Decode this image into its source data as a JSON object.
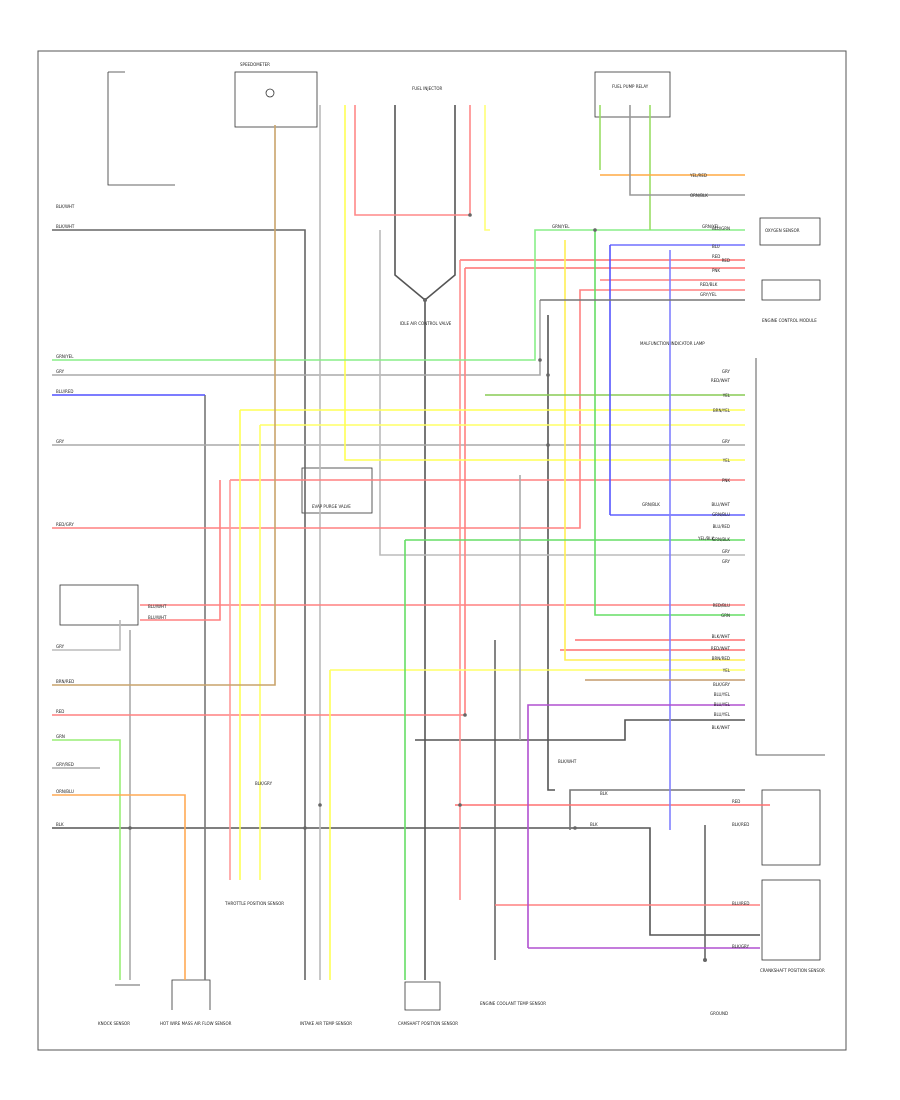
{
  "wire_colors": {
    "black": "#555555",
    "gray": "#9a9a9a",
    "red": "#ff8080",
    "pink": "#ff6b6b",
    "yellow": "#ffff66",
    "green": "#66e066",
    "lightgreen": "#aaee88",
    "blue": "#4b4bff",
    "orange": "#ffb060",
    "violet": "#b050d0",
    "brown": "#c49a6c",
    "white": "#dddddd"
  },
  "left_labels": [
    "BLK/WHT",
    "BLK/WHT",
    "GRN/YEL",
    "GRY",
    "BLU/RED",
    "GRY",
    "RED/GRY",
    "GRY",
    "BRN/RED",
    "RED",
    "GRN",
    "GRY/RED",
    "ORN/BLU",
    "BLK"
  ],
  "right_pin_labels": [
    "BLU/GRN",
    "RED",
    "GRY",
    "RED/WHT",
    "YEL",
    "BRN/YEL",
    "GRY",
    "YEL",
    "PNK",
    "BLU/WHT",
    "GRN/BLU",
    "BLU/RED",
    "GRN/BLK",
    "GRY",
    "GRY",
    "RED/BLU",
    "GRN",
    "BLK/WHT",
    "RED/WHT",
    "BRN/RED",
    "YEL",
    "BLK/GRY",
    "BLU/YEL",
    "BLU/YEL",
    "BLU/YEL",
    "BLK/WHT"
  ],
  "top_right_labels": [
    "YEL/RED",
    "ORN/BLK",
    "GRN/YEL",
    "GRN/YEL",
    "BLU",
    "RED",
    "PNK",
    "RED/BLK",
    "GRY/YEL"
  ],
  "bottom_right_labels": [
    "BLK/WHT",
    "BLK",
    "RED",
    "BLK/RED",
    "BLK",
    "BLU/RED",
    "BLK/GRY"
  ],
  "mid_labels": [
    "BLU/WHT",
    "BLU/WHT",
    "BLK/GRY",
    "YEL/BLK",
    "GRN/BLK"
  ],
  "components": [
    "KNOCK SENSOR",
    "HOT WIRE MASS AIR FLOW SENSOR",
    "THROTTLE POSITION SENSOR",
    "INTAKE AIR TEMP SENSOR",
    "CAMSHAFT POSITION SENSOR",
    "ENGINE COOLANT TEMP SENSOR",
    "CRANKSHAFT POSITION SENSOR",
    "IDLE AIR CONTROL VALVE",
    "EVAP PURGE VALVE",
    "FUEL INJECTOR",
    "GROUND",
    "OXYGEN SENSOR",
    "MALFUNCTION INDICATOR LAMP",
    "ENGINE CONTROL MODULE",
    "FUEL PUMP RELAY",
    "SPEEDOMETER"
  ]
}
